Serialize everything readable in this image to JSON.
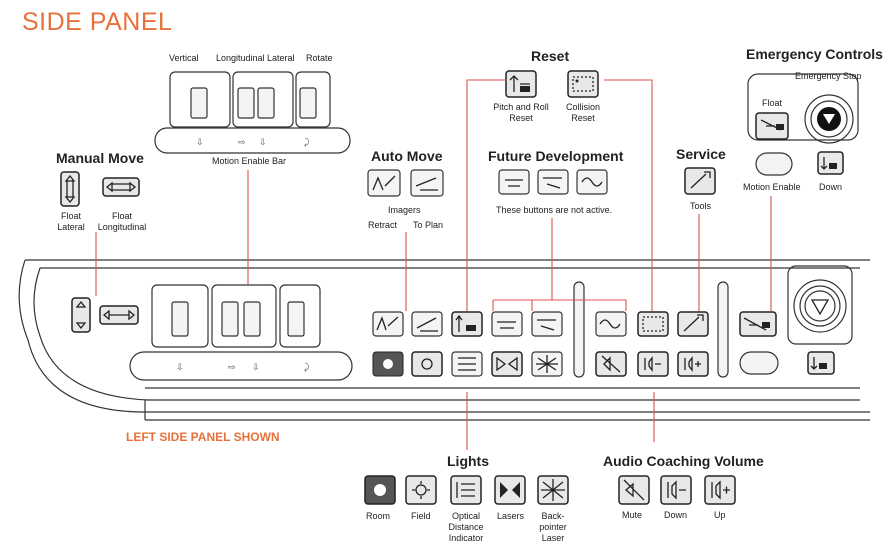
{
  "title": "SIDE PANEL",
  "panel_caption": "LEFT SIDE PANEL SHOWN",
  "accent_color": "#e8703a",
  "line_color": "#d9534f",
  "groups": {
    "manual_move": {
      "title": "Manual Move",
      "float_lateral": "Float\nLateral",
      "float_longitudinal": "Float\nLongitudinal"
    },
    "motion": {
      "vertical": "Vertical",
      "longitudinal_lateral": "Longitudinal Lateral",
      "rotate": "Rotate",
      "enable_bar": "Motion Enable Bar"
    },
    "auto_move": {
      "title": "Auto Move",
      "imagers": "Imagers",
      "retract": "Retract",
      "to_plan": "To Plan"
    },
    "reset": {
      "title": "Reset",
      "pitch_roll": "Pitch and Roll\nReset",
      "collision": "Collision\nReset"
    },
    "future": {
      "title": "Future Development",
      "note": "These buttons are not active."
    },
    "service": {
      "title": "Service",
      "tools": "Tools"
    },
    "emergency": {
      "title": "Emergency Controls",
      "stop": "Emergency Stop",
      "float": "Float",
      "motion_enable": "Motion Enable",
      "down": "Down"
    },
    "lights": {
      "title": "Lights",
      "room": "Room",
      "field": "Field",
      "optical": "Optical\nDistance\nIndicator",
      "lasers": "Lasers",
      "backpointer": "Back-\npointer\nLaser"
    },
    "audio": {
      "title": "Audio Coaching Volume",
      "mute": "Mute",
      "down": "Down",
      "up": "Up"
    }
  },
  "icons": [
    "float-lateral-icon",
    "float-longitudinal-icon",
    "retract-icon",
    "to-plan-icon",
    "pitch-roll-reset-icon",
    "collision-reset-icon",
    "future-icon",
    "tools-icon",
    "emergency-stop-icon",
    "float-icon",
    "down-icon",
    "room-light-icon",
    "field-light-icon",
    "optical-distance-icon",
    "lasers-icon",
    "backpointer-laser-icon",
    "mute-icon",
    "volume-down-icon",
    "volume-up-icon"
  ]
}
